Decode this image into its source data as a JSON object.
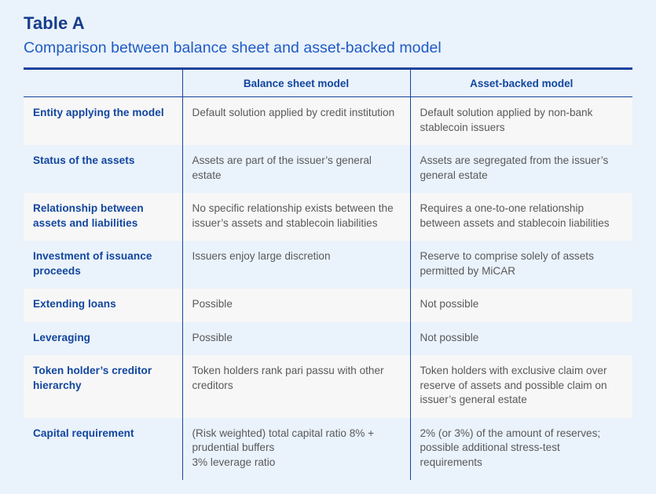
{
  "header": {
    "title": "Table A",
    "subtitle": "Comparison between balance sheet and asset-backed model"
  },
  "colors": {
    "page_background": "#eaf2fb",
    "title_blue": "#153d8a",
    "subtitle_blue": "#1f5bc4",
    "rule_blue": "#16439b",
    "header_text_blue": "#11469e",
    "label_blue": "#11469e",
    "body_text_gray": "#58595b",
    "row_stripe_gray": "#f7f7f7",
    "row_stripe_blue": "#eaf2fb"
  },
  "table": {
    "columns": [
      {
        "key": "criterion",
        "label": ""
      },
      {
        "key": "balance_sheet",
        "label": "Balance sheet model"
      },
      {
        "key": "asset_backed",
        "label": "Asset-backed model"
      }
    ],
    "rows": [
      {
        "label": "Entity applying the model",
        "balance_sheet": "Default solution applied by credit institution",
        "asset_backed": "Default solution applied by non-bank stablecoin issuers"
      },
      {
        "label": "Status of the assets",
        "balance_sheet": "Assets are part of the issuer’s general estate",
        "asset_backed": "Assets are segregated from the issuer’s general estate"
      },
      {
        "label": "Relationship between assets and liabilities",
        "balance_sheet": "No specific relationship exists between the issuer’s assets and stablecoin liabilities",
        "asset_backed": "Requires a one-to-one relationship between assets and stablecoin liabilities"
      },
      {
        "label": "Investment of issuance proceeds",
        "balance_sheet": "Issuers enjoy large discretion",
        "asset_backed": "Reserve to comprise solely of assets permitted by MiCAR"
      },
      {
        "label": "Extending loans",
        "balance_sheet": "Possible",
        "asset_backed": "Not possible"
      },
      {
        "label": "Leveraging",
        "balance_sheet": "Possible",
        "asset_backed": "Not possible"
      },
      {
        "label": "Token holder’s creditor hierarchy",
        "balance_sheet": "Token holders rank pari passu with other creditors",
        "asset_backed": "Token holders with exclusive claim over reserve of assets and possible claim on issuer’s general estate"
      },
      {
        "label": "Capital requirement",
        "balance_sheet": "(Risk weighted) total capital ratio 8% + prudential buffers\n3% leverage ratio",
        "asset_backed": "2% (or 3%) of the amount of reserves; possible additional stress-test requirements"
      }
    ]
  }
}
